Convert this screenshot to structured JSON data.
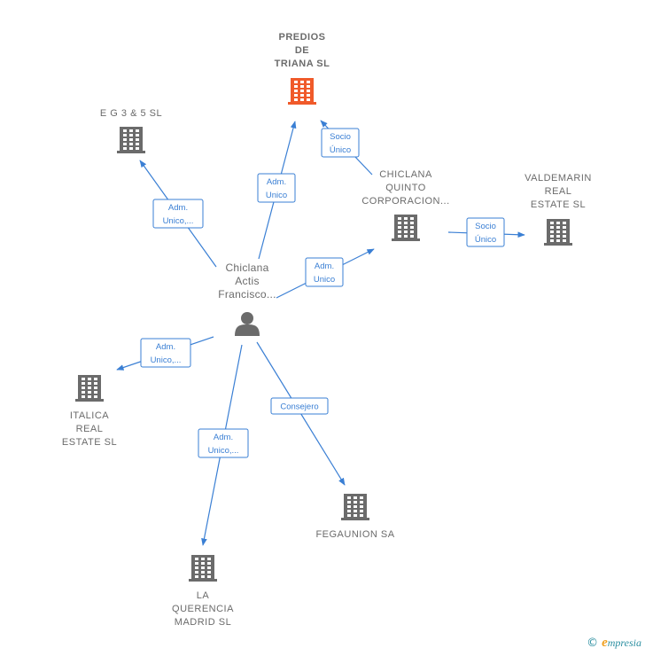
{
  "nodes": [
    {
      "id": "predios",
      "name": "predios-de-triana-node",
      "type": "building",
      "color": "#f05a2a",
      "highlight": true,
      "label": [
        "PREDIOS",
        "DE",
        "TRIANA  SL"
      ]
    },
    {
      "id": "eg3",
      "name": "eg-3-5-node",
      "type": "building",
      "color": "#6b6b6b",
      "label": [
        "E G 3 & 5  SL"
      ]
    },
    {
      "id": "chiclana_quinto",
      "name": "chiclana-quinto-corporacion-node",
      "type": "building",
      "color": "#6b6b6b",
      "label": [
        "CHICLANA",
        "QUINTO",
        "CORPORACION..."
      ]
    },
    {
      "id": "valdemarin",
      "name": "valdemarin-real-estate-node",
      "type": "building",
      "color": "#6b6b6b",
      "label": [
        "VALDEMARIN",
        "REAL",
        "ESTATE  SL"
      ]
    },
    {
      "id": "person",
      "name": "chiclana-actis-francisco-node",
      "type": "person",
      "color": "#6b6b6b",
      "label": [
        "Chiclana",
        "Actis",
        "Francisco..."
      ]
    },
    {
      "id": "italica",
      "name": "italica-real-estate-node",
      "type": "building",
      "color": "#6b6b6b",
      "label": [
        "ITALICA",
        "REAL",
        "ESTATE  SL"
      ]
    },
    {
      "id": "fegaunion",
      "name": "fegaunion-node",
      "type": "building",
      "color": "#6b6b6b",
      "label": [
        "FEGAUNION SA"
      ]
    },
    {
      "id": "querencia",
      "name": "la-querencia-madrid-node",
      "type": "building",
      "color": "#6b6b6b",
      "label": [
        "LA",
        "QUERENCIA",
        "MADRID  SL"
      ]
    }
  ],
  "edges": [
    {
      "from": "person",
      "to": "eg3",
      "label": [
        "Adm.",
        "Unico,..."
      ]
    },
    {
      "from": "person",
      "to": "predios",
      "label": [
        "Adm.",
        "Unico"
      ]
    },
    {
      "from": "chiclana_quinto",
      "to": "predios",
      "label": [
        "Socio",
        "Único"
      ]
    },
    {
      "from": "person",
      "to": "chiclana_quinto",
      "label": [
        "Adm.",
        "Unico"
      ]
    },
    {
      "from": "chiclana_quinto",
      "to": "valdemarin",
      "label": [
        "Socio",
        "Único"
      ]
    },
    {
      "from": "person",
      "to": "italica",
      "label": [
        "Adm.",
        "Unico,..."
      ]
    },
    {
      "from": "person",
      "to": "querencia",
      "label": [
        "Adm.",
        "Unico,..."
      ]
    },
    {
      "from": "person",
      "to": "fegaunion",
      "label": [
        "Consejero"
      ]
    }
  ],
  "footer": {
    "copyright_symbol": "©",
    "brand_initial": "e",
    "brand_rest": "mpresia"
  },
  "colors": {
    "edge": "#3a7fd4",
    "node": "#6b6b6b",
    "highlight": "#f05a2a"
  }
}
